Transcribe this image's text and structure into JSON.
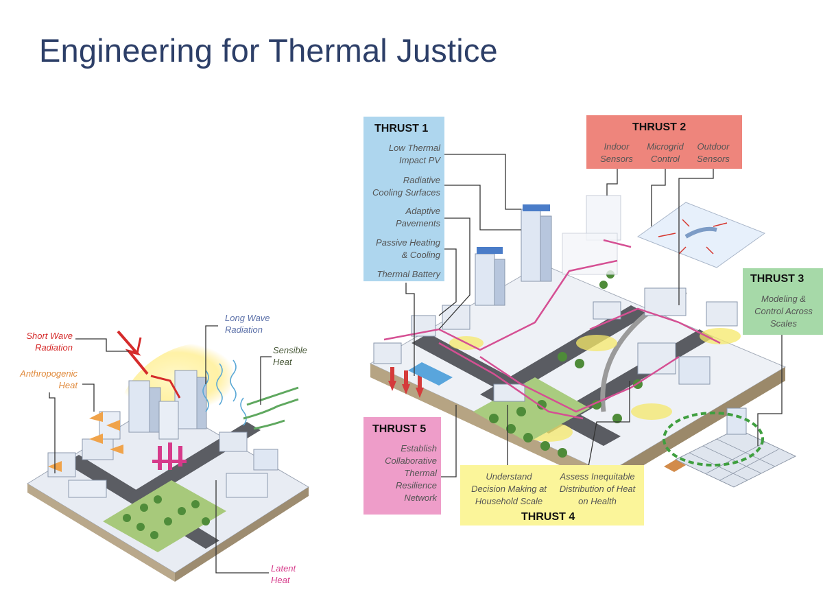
{
  "slide": {
    "title": "Engineering for Thermal Justice"
  },
  "left_diagram": {
    "labels": {
      "short_wave": "Short Wave\nRadiation",
      "long_wave": "Long Wave\nRadiation",
      "sensible": "Sensible\nHeat",
      "anthropogenic": "Anthropogenic\nHeat",
      "latent": "Latent\nHeat"
    },
    "colors": {
      "short_wave": "#d52b2b",
      "long_wave": "#5a6fa8",
      "sensible": "#4a5a3a",
      "anthropogenic": "#e08a3c",
      "latent": "#d63a8a"
    }
  },
  "thrusts": {
    "t1": {
      "title": "THRUST 1",
      "color": "#aed6ee",
      "items": [
        "Low Thermal\nImpact PV",
        "Radiative\nCooling Surfaces",
        "Adaptive\nPavements",
        "Passive Heating\n& Cooling",
        "Thermal Battery"
      ]
    },
    "t2": {
      "title": "THRUST 2",
      "color": "#ee857c",
      "items": [
        "Indoor\nSensors",
        "Microgrid\nControl",
        "Outdoor\nSensors"
      ]
    },
    "t3": {
      "title": "THRUST 3",
      "color": "#a6d9a8",
      "items": [
        "Modeling &\nControl Across\nScales"
      ]
    },
    "t4": {
      "title": "THRUST 4",
      "color": "#fbf59a",
      "items": [
        "Understand\nDecision Making at\nHousehold Scale",
        "Assess Inequitable\nDistribution of Heat\non Health"
      ]
    },
    "t5": {
      "title": "THRUST 5",
      "color": "#ee9dc9",
      "items": [
        "Establish\nCollaborative\nThermal\nResilience\nNetwork"
      ]
    }
  }
}
